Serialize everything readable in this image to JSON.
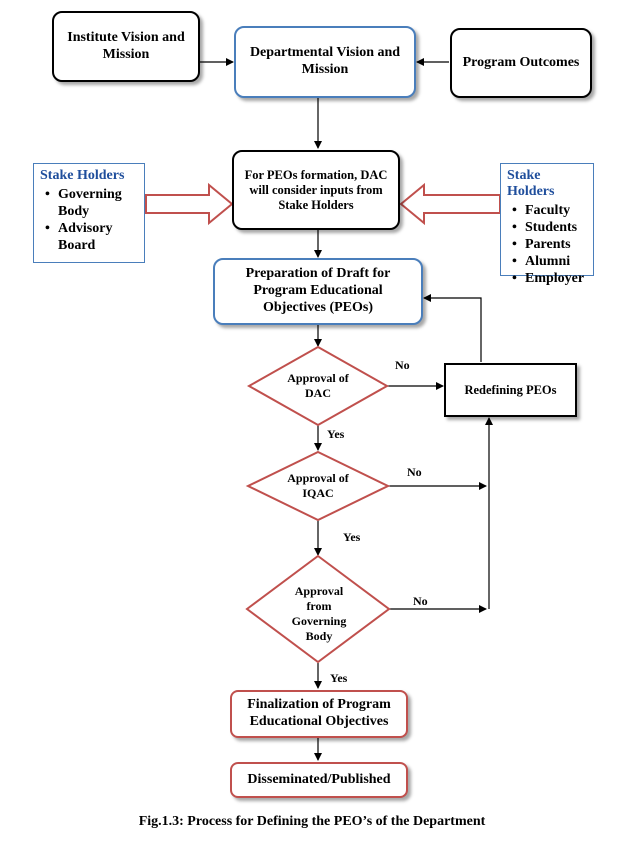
{
  "nodes": {
    "institute": "Institute Vision and Mission",
    "departmental": "Departmental Vision and Mission",
    "program_outcomes": "Program Outcomes",
    "peo_formation": "For PEOs formation, DAC will consider inputs from Stake Holders",
    "draft": "Preparation of Draft for Program Educational Objectives (PEOs)",
    "approval_dac": "Approval of DAC",
    "redefining": "Redefining PEOs",
    "approval_iqac": "Approval of IQAC",
    "approval_gb": "Approval from Governing Body",
    "finalization": "Finalization of Program Educational Objectives",
    "disseminated": "Disseminated/Published"
  },
  "stake_left": {
    "title": "Stake Holders",
    "items": [
      "Governing Body",
      "Advisory Board"
    ]
  },
  "stake_right": {
    "title": "Stake Holders",
    "items": [
      "Faculty",
      "Students",
      "Parents",
      "Alumni",
      "Employer"
    ]
  },
  "labels": {
    "no": "No",
    "yes": "Yes"
  },
  "caption": "Fig.1.3: Process for Defining the PEO’s of the Department",
  "colors": {
    "blue_border": "#4a7ebb",
    "red_border": "#c0504d",
    "stake_title": "#1f4e9c"
  }
}
